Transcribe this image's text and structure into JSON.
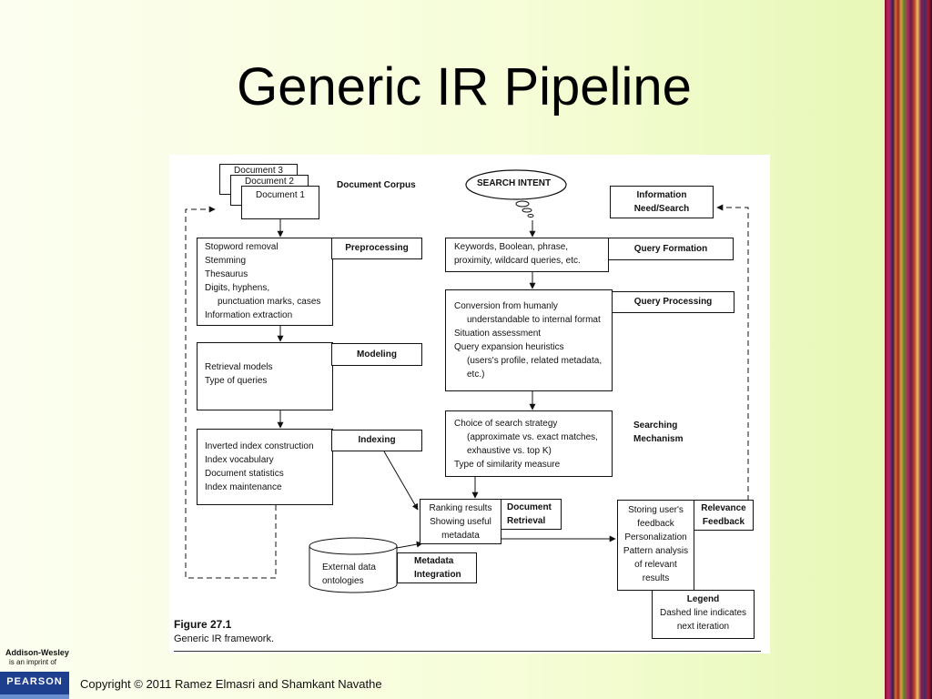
{
  "slide": {
    "title": "Generic IR Pipeline",
    "copyright": "Copyright © 2011 Ramez Elmasri and Shamkant Navathe",
    "publisher_line1": "Addison-Wesley",
    "publisher_line2": "is an imprint of",
    "publisher_logo": "PEARSON"
  },
  "figure": {
    "number": "Figure 27.1",
    "caption": "Generic IR framework.",
    "documents": [
      "Document 3",
      "Document 2",
      "Document 1"
    ],
    "document_corpus": "Document Corpus",
    "search_intent": "SEARCH INTENT",
    "info_need": [
      "Information",
      "Need/Search"
    ],
    "preprocessing": {
      "label": "Preprocessing",
      "lines": [
        "Stopword removal",
        "Stemming",
        "Thesaurus",
        "Digits, hyphens,",
        "punctuation marks, cases",
        "Information extraction"
      ]
    },
    "modeling": {
      "label": "Modeling",
      "lines": [
        "Retrieval models",
        "Type of queries"
      ]
    },
    "indexing": {
      "label": "Indexing",
      "lines": [
        "Inverted index construction",
        "Index vocabulary",
        "Document statistics",
        "Index maintenance"
      ]
    },
    "query_formation": {
      "label": "Query Formation",
      "lines": [
        "Keywords, Boolean, phrase,",
        "proximity, wildcard queries, etc."
      ]
    },
    "query_processing": {
      "label": "Query Processing",
      "lines": [
        "Conversion from humanly",
        "understandable to internal format",
        "Situation assessment",
        "Query expansion heuristics",
        "(users's profile, related metadata,",
        "etc.)"
      ]
    },
    "searching": {
      "label": [
        "Searching",
        "Mechanism"
      ],
      "lines": [
        "Choice of search strategy",
        "(approximate vs. exact matches,",
        "exhaustive vs. top K)",
        "Type of similarity measure"
      ]
    },
    "document_retrieval": {
      "label": [
        "Document",
        "Retrieval"
      ],
      "lines": [
        "Ranking results",
        "Showing useful",
        "metadata"
      ]
    },
    "metadata_integration": {
      "label": [
        "Metadata",
        "Integration"
      ],
      "lines": [
        "External data",
        "ontologies"
      ]
    },
    "relevance_feedback": {
      "label": [
        "Relevance",
        "Feedback"
      ],
      "lines": [
        "Storing user's",
        "feedback",
        "Personalization",
        "Pattern analysis",
        "of relevant",
        "results"
      ]
    },
    "legend": {
      "title": "Legend",
      "lines": [
        "Dashed line indicates",
        "next iteration"
      ]
    }
  }
}
